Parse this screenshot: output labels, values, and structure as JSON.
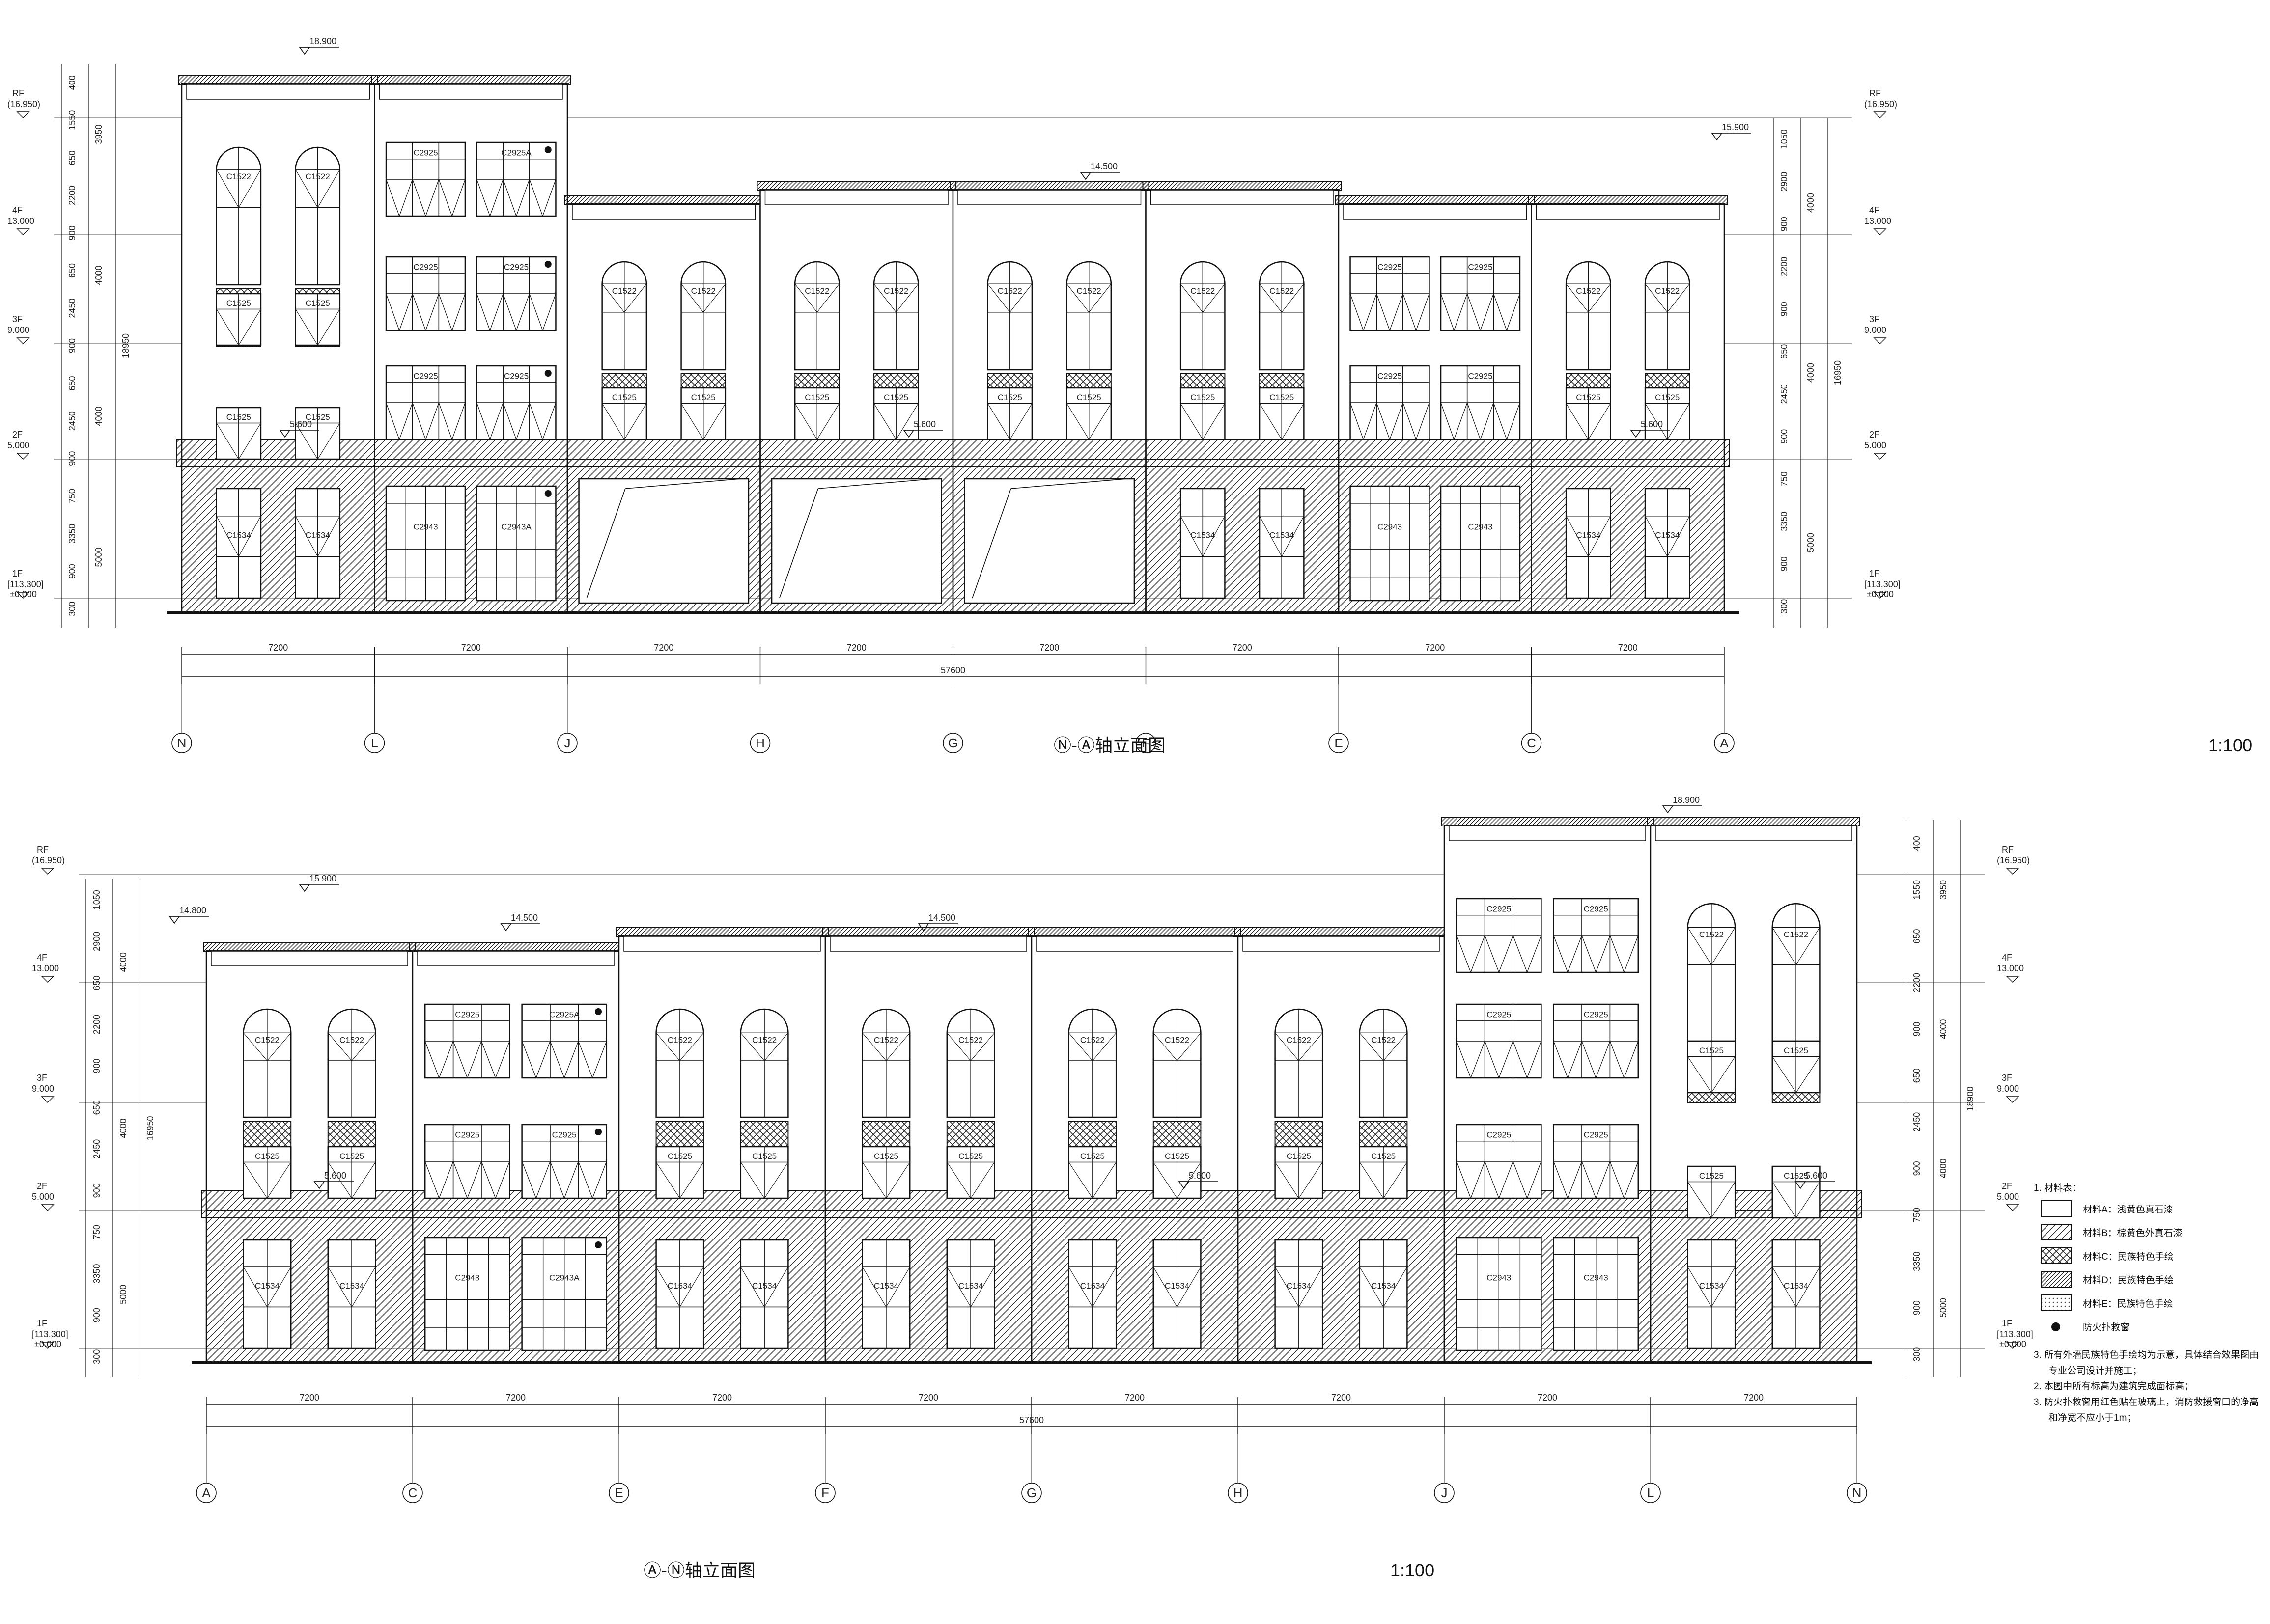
{
  "elevations": [
    {
      "id": "north",
      "title": "Ⓝ-Ⓐ轴立面图",
      "scale": "1:100",
      "axes": [
        "N",
        "L",
        "J",
        "H",
        "G",
        "F",
        "E",
        "C",
        "A"
      ],
      "bay_dims": [
        "7200",
        "7200",
        "7200",
        "7200",
        "7200",
        "7200",
        "7200",
        "7200"
      ],
      "total_dim": "57600",
      "left_levels": [
        {
          "tag": "RF",
          "value": "(16.950)"
        },
        {
          "tag": "4F",
          "value": "13.000"
        },
        {
          "tag": "3F",
          "value": "9.000"
        },
        {
          "tag": "2F",
          "value": "5.000"
        },
        {
          "tag": "1F",
          "value": "[113.300]",
          "value2": "±0.000"
        }
      ],
      "right_levels": [
        {
          "tag": "RF",
          "value": "(16.950)"
        },
        {
          "tag": "4F",
          "value": "13.000"
        },
        {
          "tag": "3F",
          "value": "9.000"
        },
        {
          "tag": "2F",
          "value": "5.000"
        },
        {
          "tag": "1F",
          "value": "[113.300]",
          "value2": "±0.000"
        }
      ],
      "left_dims_inner": [
        "400",
        "1550",
        "650",
        "2200",
        "900",
        "650",
        "2450",
        "900",
        "650",
        "2450",
        "900",
        "750",
        "3350",
        "900",
        "300"
      ],
      "left_dims_outer": [
        "3950",
        "4000",
        "4000",
        "5000"
      ],
      "left_total": "18950",
      "right_dims_inner": [
        "1050",
        "2900",
        "900",
        "2200",
        "900",
        "650",
        "2450",
        "900",
        "750",
        "3350",
        "900",
        "300"
      ],
      "right_dims_outer": [
        "4000",
        "4000",
        "5000"
      ],
      "right_total": "16950",
      "elev_marks": [
        "18.900",
        "14.500",
        "15.900",
        "5.600",
        "5.600",
        "5.600"
      ],
      "window_tags": {
        "arch": "C1522",
        "arch_low": "C1525",
        "small": "C1525",
        "shop": "C1534",
        "grid": "C2925",
        "grid_a": "C2925A",
        "door": "C2943",
        "door_a": "C2943A"
      }
    },
    {
      "id": "south",
      "title": "Ⓐ-Ⓝ轴立面图",
      "scale": "1:100",
      "axes": [
        "A",
        "C",
        "E",
        "F",
        "G",
        "H",
        "J",
        "L",
        "N"
      ],
      "bay_dims": [
        "7200",
        "7200",
        "7200",
        "7200",
        "7200",
        "7200",
        "7200",
        "7200"
      ],
      "total_dim": "57600",
      "left_levels": [
        {
          "tag": "RF",
          "value": "(16.950)"
        },
        {
          "tag": "4F",
          "value": "13.000"
        },
        {
          "tag": "3F",
          "value": "9.000"
        },
        {
          "tag": "2F",
          "value": "5.000"
        },
        {
          "tag": "1F",
          "value": "[113.300]",
          "value2": "±0.000"
        }
      ],
      "right_levels": [
        {
          "tag": "RF",
          "value": "(16.950)"
        },
        {
          "tag": "4F",
          "value": "13.000"
        },
        {
          "tag": "3F",
          "value": "9.000"
        },
        {
          "tag": "2F",
          "value": "5.000"
        },
        {
          "tag": "1F",
          "value": "[113.300]",
          "value2": "±0.000"
        }
      ],
      "left_dims_inner": [
        "1050",
        "2900",
        "650",
        "2200",
        "900",
        "650",
        "2450",
        "900",
        "750",
        "3350",
        "900",
        "300"
      ],
      "left_dims_outer": [
        "4000",
        "4000",
        "5000"
      ],
      "left_total": "16950",
      "right_dims_inner": [
        "400",
        "1550",
        "650",
        "2200",
        "900",
        "650",
        "2450",
        "900",
        "750",
        "3350",
        "900",
        "300"
      ],
      "right_dims_outer": [
        "3950",
        "4000",
        "4000",
        "5000"
      ],
      "right_total": "18900",
      "elev_marks": [
        "18.900",
        "15.900",
        "14.800",
        "14.500",
        "14.500",
        "5.600",
        "5.600",
        "5.600"
      ],
      "window_tags": {
        "arch": "C1522",
        "arch_low": "C1525",
        "small": "C1525",
        "shop": "C1534",
        "grid": "C2925",
        "grid_a": "C2925A",
        "door": "C2943",
        "door_a": "C2943A"
      }
    }
  ],
  "legend": {
    "heading": "1. 材料表：",
    "items": [
      {
        "pattern": "blank",
        "label": "材料A：浅黄色真石漆"
      },
      {
        "pattern": "hatch",
        "label": "材料B：棕黄色外真石漆"
      },
      {
        "pattern": "cross",
        "label": "材料C：民族特色手绘"
      },
      {
        "pattern": "dense",
        "label": "材料D：民族特色手绘"
      },
      {
        "pattern": "dots",
        "label": "材料E：民族特色手绘"
      },
      {
        "pattern": "fire",
        "label": "防火扑救窗"
      }
    ],
    "notes": [
      "3. 所有外墙民族特色手绘均为示意，具体结合效果图由",
      "专业公司设计并施工；",
      "2. 本图中所有标高为建筑完成面标高；",
      "3. 防火扑救窗用红色贴在玻璃上，消防救援窗口的净高",
      "和净宽不应小于1m；"
    ]
  },
  "colors": {
    "line": "#111111",
    "hatch": "#333333",
    "paper": "#ffffff"
  }
}
